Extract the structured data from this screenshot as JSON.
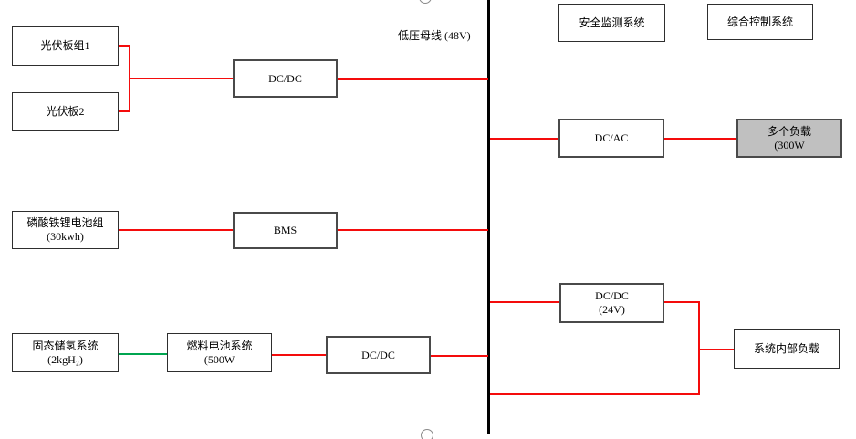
{
  "colors": {
    "wire_red": "#f40c0c",
    "wire_green": "#00a550",
    "bus_black": "#000000",
    "load_box_fill": "#c0c0c0"
  },
  "bus": {
    "label": "低压母线 (48V)"
  },
  "nodes": {
    "pv1": {
      "label": "光伏板组1"
    },
    "pv2": {
      "label": "光伏板2"
    },
    "dcdc_pv": {
      "label": "DC/DC"
    },
    "safety": {
      "label": "安全监测系统"
    },
    "control": {
      "label": "综合控制系统"
    },
    "dcac": {
      "label": "DC/AC"
    },
    "ac_loads": {
      "label": "多个负载",
      "sub": "(300W"
    },
    "battery": {
      "label": "磷酸铁锂电池组",
      "sub": "(30kwh)"
    },
    "bms": {
      "label": "BMS"
    },
    "dcdc_24v": {
      "label": "DC/DC",
      "sub": "(24V)"
    },
    "internal_load": {
      "label": "系统内部负载"
    },
    "h2_storage": {
      "label": "固态储氢系统",
      "sub": "(2kgH₂)"
    },
    "fuel_cell": {
      "label": "燃料电池系统",
      "sub": "(500W"
    },
    "dcdc_fc": {
      "label": "DC/DC"
    }
  }
}
